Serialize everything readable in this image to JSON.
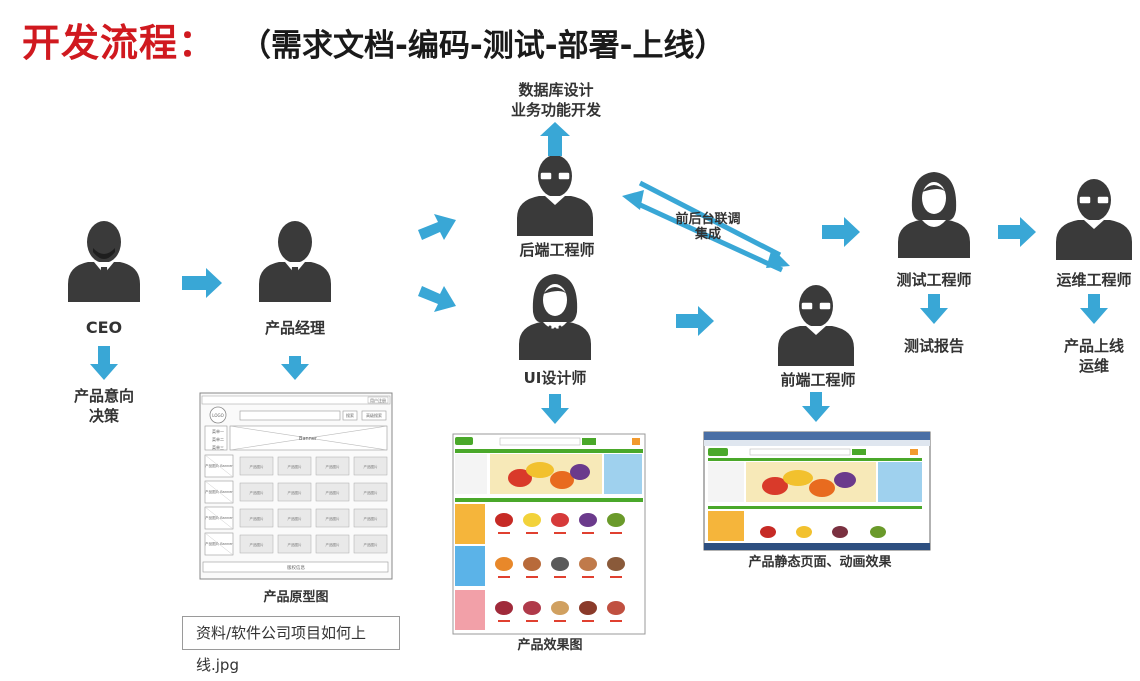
{
  "title": {
    "main": "开发流程：",
    "sub": "（需求文档-编码-测试-部署-上线）"
  },
  "roles": {
    "ceo": "CEO",
    "pm": "产品经理",
    "backend": "后端工程师",
    "ui": "UI设计师",
    "frontend": "前端工程师",
    "tester": "测试工程师",
    "ops": "运维工程师"
  },
  "outputs": {
    "ceo_line1": "产品意向",
    "ceo_line2": "决策",
    "backend_line1": "数据库设计",
    "backend_line2": "业务功能开发",
    "integration_line1": "前后台联调",
    "integration_line2": "集成",
    "tester": "测试报告",
    "ops_line1": "产品上线",
    "ops_line2": "运维",
    "prototype": "产品原型图",
    "design": "产品效果图",
    "static_page": "产品静态页面、动画效果"
  },
  "file_caption": "资料/软件公司项目如何上线.jpg",
  "wireframe": {
    "logo": "LOGO",
    "top_link": "用户注册",
    "search_btn": "搜索",
    "adv_btn": "高级搜索",
    "menu_items": [
      "菜单一",
      "菜单二",
      "菜单三"
    ],
    "banner": "Banner",
    "cell": "产品图片",
    "row_label": "产品图片 Banner",
    "footer": "版权信息"
  },
  "colors": {
    "title_red": "#d0191f",
    "arrow_blue": "#39a7d6",
    "person_dark": "#3a3a3a",
    "shop_green": "#4aa82a",
    "shop_orange": "#f29a2e"
  }
}
